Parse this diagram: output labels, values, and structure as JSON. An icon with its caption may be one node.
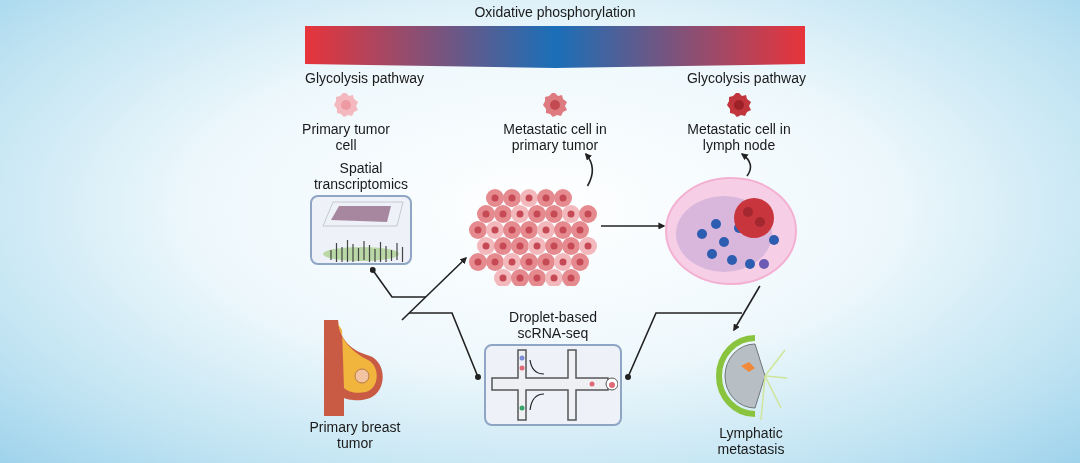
{
  "diagram": {
    "nodes": [
      {
        "text": [
          "Primary tumor cell"
        ]
      },
      {
        "text": [
          "Metastatic cell in primary tumor"
        ]
      },
      {
        "text": [
          "Metastatic cell in lymph node"
        ]
      },
      {
        "text": [
          "Spatial transcriptomics"
        ]
      },
      {
        "text": [],
        "shape": "picture"
      },
      {
        "text": [],
        "shape": "picture"
      },
      {
        "text": [
          "Primary breast tumor"
        ]
      },
      {
        "text": [
          "Droplet-based scRNA-seq"
        ]
      },
      {
        "text": [
          "Lymphatic metastasis"
        ]
      }
    ],
    "edges": [
      {
        "from": 4,
        "to": 1,
        "arrow": "to"
      },
      {
        "from": 5,
        "to": 2,
        "arrow": "to"
      },
      {
        "from": 4,
        "to": 5,
        "arrow": "to"
      },
      {
        "from": 6,
        "to": 4,
        "arrow": "to"
      },
      {
        "from": 3,
        "to": null,
        "arrow": "other"
      },
      {
        "from": 7,
        "to": null,
        "arrow": "other"
      },
      {
        "from": 7,
        "to": null,
        "arrow": "other"
      },
      {
        "from": 5,
        "to": 8,
        "arrow": "to"
      }
    ],
    "labels": [
      "Oxidative phosphorylation",
      "Glycolysis pathway",
      "Glycolysis pathway"
    ]
  }
}
